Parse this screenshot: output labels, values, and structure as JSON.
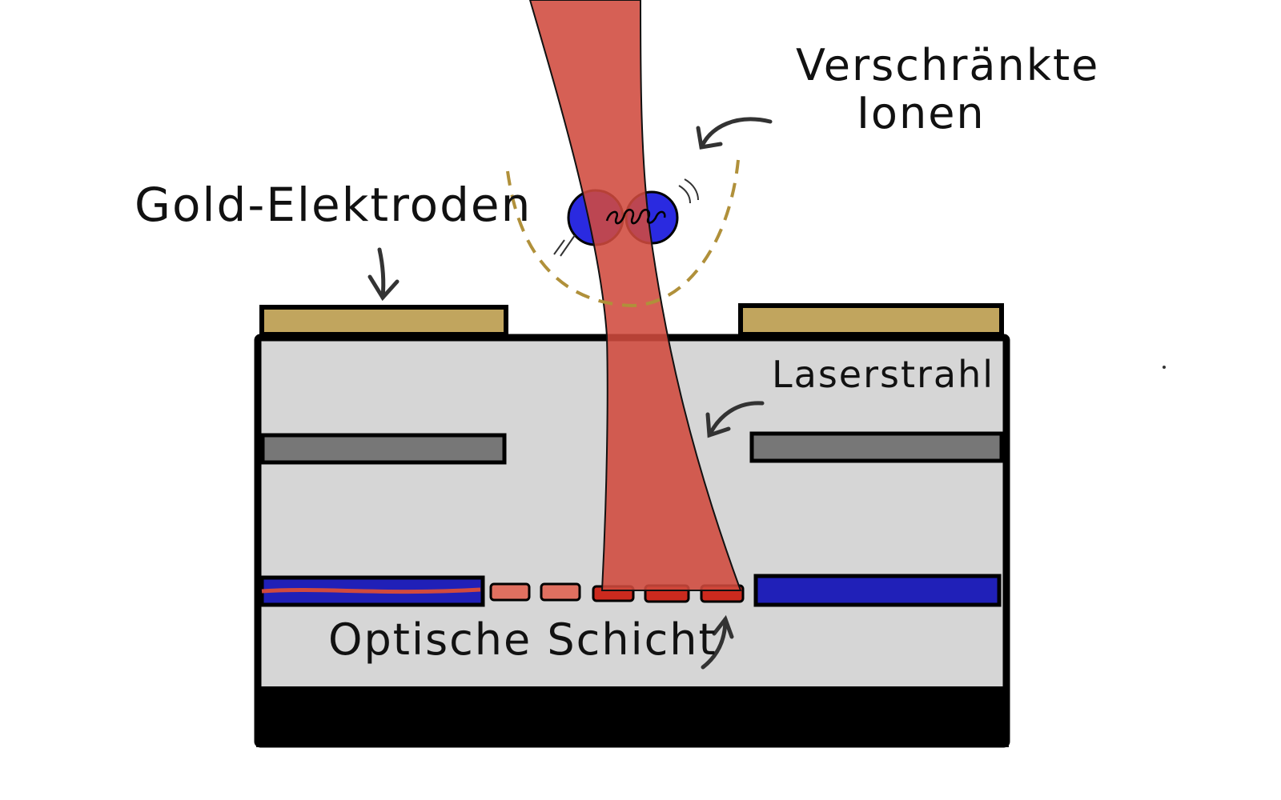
{
  "labels": {
    "gold_electrodes": "Gold-Elektroden",
    "entangled_ions_line1": "Verschränkte",
    "entangled_ions_line2": "Ionen",
    "laser_beam": "Laserstrahl",
    "optical_layer": "Optische Schicht"
  },
  "colors": {
    "background": "#ffffff",
    "chip_body": "#d6d6d6",
    "chip_outline": "#000000",
    "gold": "#c1a55e",
    "gray_layer": "#777777",
    "blue_layer": "#2020b8",
    "laser": "#d04a3e",
    "ion": "#2a2ae0",
    "trap_dash": "#b0903a",
    "arrow": "#333333"
  },
  "icons": {
    "ion_left": "ion-sphere",
    "ion_right": "ion-sphere",
    "entanglement": "spring-coil"
  }
}
